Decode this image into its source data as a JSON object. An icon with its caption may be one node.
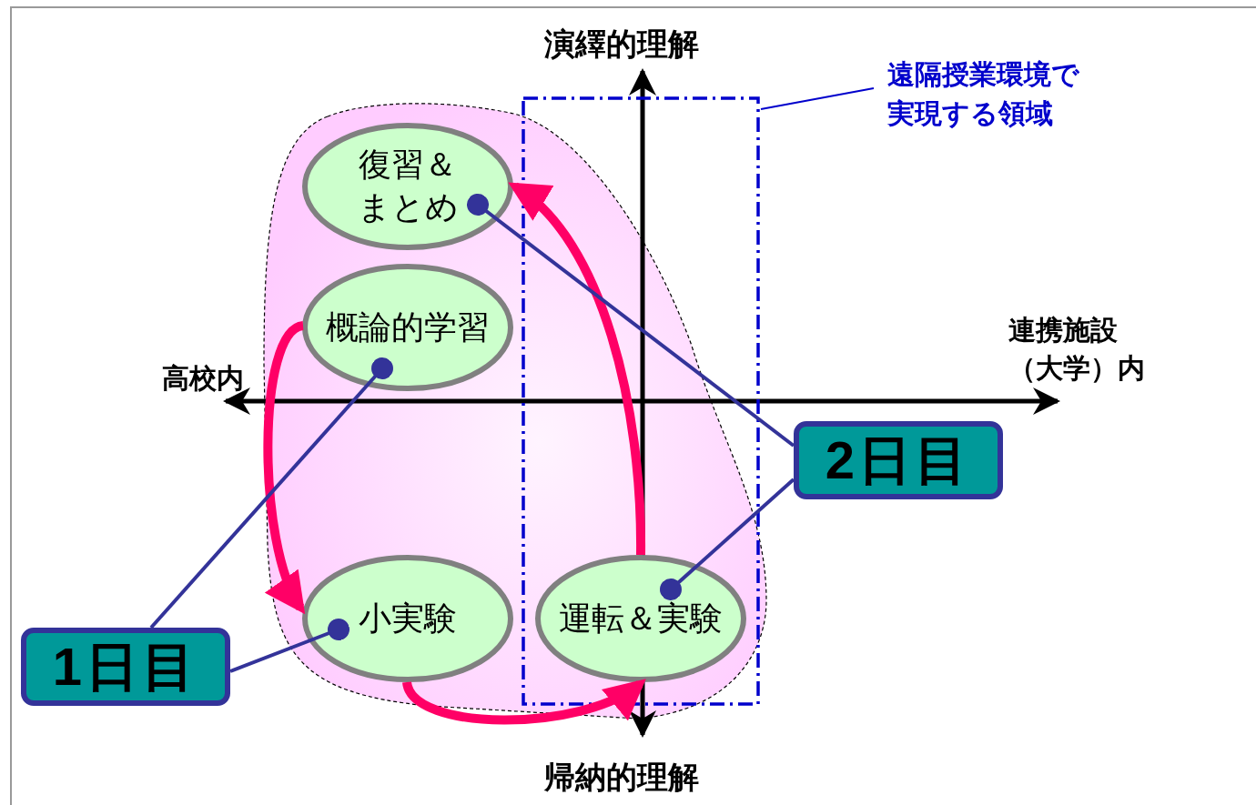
{
  "diagram": {
    "nodes": [
      {
        "text": [
          "復習＆まとめ"
        ]
      },
      {
        "text": [
          "概論的学習"
        ]
      },
      {
        "text": [
          "小実験"
        ]
      },
      {
        "text": [
          "運転＆実験"
        ]
      },
      {
        "text": [
          "1日目"
        ]
      },
      {
        "text": [
          "2日目"
        ]
      },
      {
        "text": [
          "遠隔授業環境で実現する領域"
        ]
      }
    ],
    "edges": [
      {
        "from": 1,
        "to": 2,
        "arrow": "to",
        "style": "thick",
        "color": "#ff0066"
      },
      {
        "from": 2,
        "to": 3,
        "arrow": "to",
        "style": "thick",
        "color": "#ff0066"
      },
      {
        "from": 3,
        "to": 0,
        "arrow": "to",
        "style": "thick",
        "color": "#ff0066"
      },
      {
        "from": 4,
        "to": 1,
        "arrow": "other"
      },
      {
        "from": 4,
        "to": 2,
        "arrow": "other"
      },
      {
        "from": 5,
        "to": 0,
        "arrow": "other"
      },
      {
        "from": 5,
        "to": 3,
        "arrow": "other"
      },
      {
        "from": 6,
        "to": null,
        "arrow": "none",
        "color": "#0000cc"
      }
    ],
    "labels": [
      "演繹的理解",
      "帰納的理解",
      "高校内",
      "連携施設（大学）内"
    ]
  }
}
